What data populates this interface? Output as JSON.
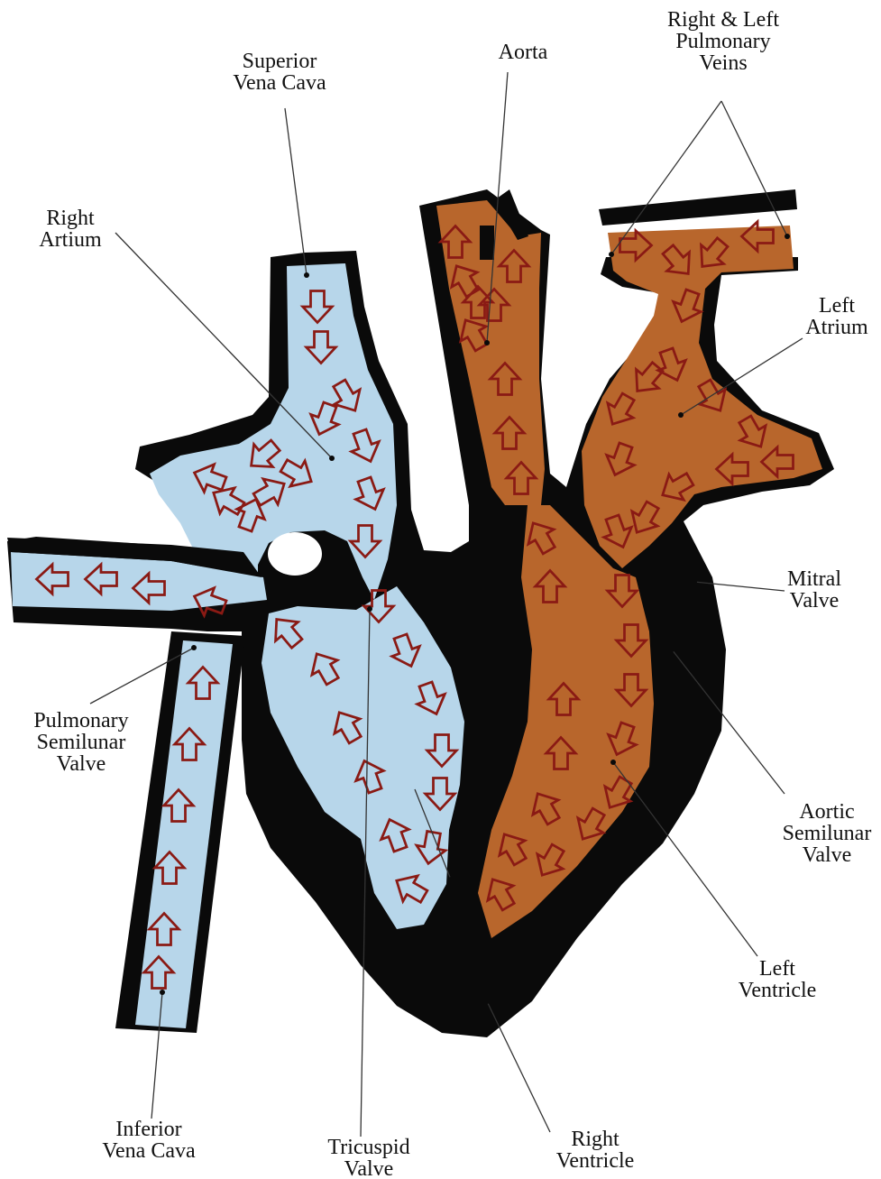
{
  "colors": {
    "outline": "#0a0a0a",
    "deoxygenated": "#b7d6ea",
    "oxygenated": "#b8662c",
    "arrow": "#8a1a14",
    "leader": "#333333",
    "background": "#ffffff"
  },
  "labels": {
    "superior_vena_cava": [
      "Superior",
      "Vena Cava"
    ],
    "aorta": [
      "Aorta"
    ],
    "pulmonary_veins": [
      "Right & Left",
      "Pulmonary",
      "Veins"
    ],
    "right_atrium": [
      "Right",
      "Artium"
    ],
    "left_atrium": [
      "Left",
      "Atrium"
    ],
    "mitral_valve": [
      "Mitral",
      "Valve"
    ],
    "pulmonary_semilunar_valve": [
      "Pulmonary",
      "Semilunar",
      "Valve"
    ],
    "aortic_semilunar_valve": [
      "Aortic",
      "Semilunar",
      "Valve"
    ],
    "left_ventricle": [
      "Left",
      "Ventricle"
    ],
    "inferior_vena_cava": [
      "Inferior",
      "Vena Cava"
    ],
    "tricuspid_valve": [
      "Tricuspid",
      "Valve"
    ],
    "right_ventricle": [
      "Right",
      "Ventricle"
    ]
  }
}
